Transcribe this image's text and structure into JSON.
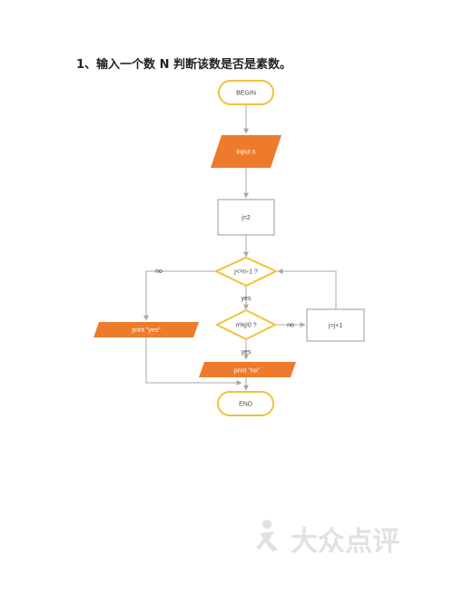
{
  "title": "1、输入一个数 N 判断该数是否是素数。",
  "colors": {
    "start_end_stroke": "#f0c23a",
    "io_fill": "#ee7b2c",
    "decision_stroke": "#f0c23a",
    "process_stroke": "#9a9a9a",
    "edge": "#a8a8a8",
    "watermark": "#c8c8c8"
  },
  "nodes": {
    "begin": "BEGIN",
    "input": "input n",
    "init": "j=2",
    "cond1": "j<=n-1 ?",
    "cond2": "n%j!0 ?",
    "increment": "j=j+1",
    "print_yes": "print \"yes\"",
    "print_no": "print \"no\"",
    "end": "END"
  },
  "edge_labels": {
    "cond1_no": "no",
    "cond1_yes": "yes",
    "cond2_no": "no",
    "cond2_yes": "yes"
  },
  "watermark": {
    "text": "大众点评",
    "icon": "dianping-logo-icon"
  }
}
